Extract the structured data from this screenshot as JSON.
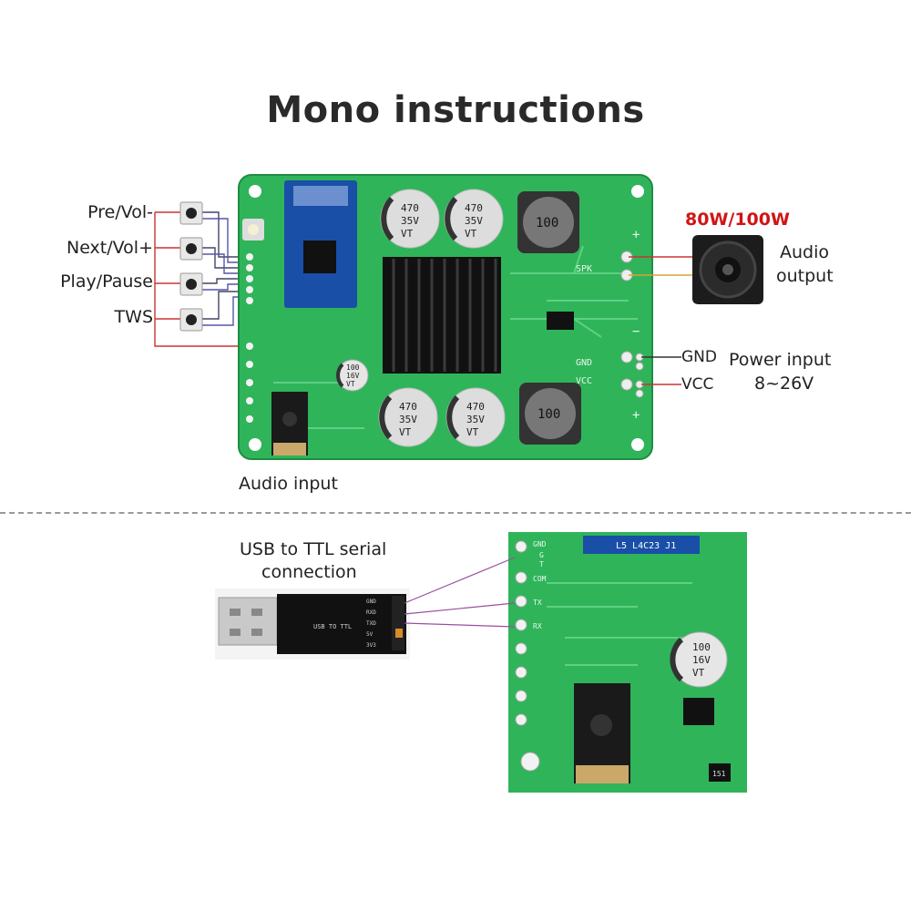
{
  "title": "Mono instructions",
  "buttons": [
    {
      "label": "Pre/Vol-"
    },
    {
      "label": "Next/Vol+"
    },
    {
      "label": "Play/Pause"
    },
    {
      "label": "TWS"
    }
  ],
  "speaker": {
    "power": "80W/100W",
    "label_line1": "Audio",
    "label_line2": "output"
  },
  "power": {
    "gnd": "GND",
    "vcc": "VCC",
    "label_line1": "Power input",
    "label_line2": "8~26V"
  },
  "audio_input": "Audio input",
  "usb_ttl": {
    "line1": "USB to TTL serial",
    "line2": "connection"
  },
  "board": {
    "spk": "SPK",
    "gnd": "GND",
    "vcc": "VCC",
    "inductor": "100",
    "cap_big": {
      "v1": "470",
      "v2": "35V",
      "v3": "VT"
    },
    "cap_small": {
      "v1": "100",
      "v2": "16V",
      "v3": "VT"
    }
  },
  "closeup": {
    "pins": [
      "GND",
      "G",
      "T",
      "COM",
      "TX",
      "RX"
    ],
    "chip_labels": "L5 L4C23 J1",
    "ic": "151"
  },
  "usb_pins": [
    "GND",
    "RXD",
    "TXD",
    "5V",
    "3V3"
  ],
  "usb_board_text": "USB TO TTL"
}
